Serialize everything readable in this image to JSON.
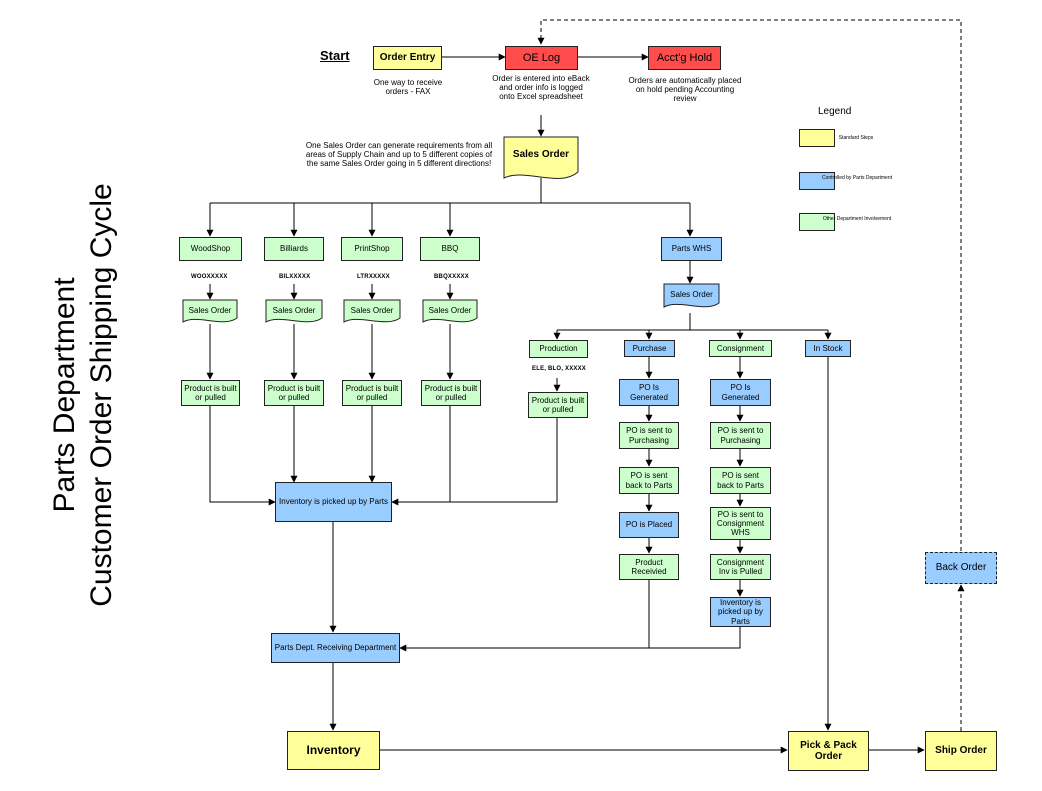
{
  "title": {
    "line1": "Parts Department",
    "line2": "Customer Order Shipping Cycle"
  },
  "start_label": "Start",
  "colors": {
    "standard": "#ffff99",
    "alert": "#ff4d4d",
    "parts": "#99ccff",
    "other": "#ccffcc"
  },
  "top": {
    "order_entry": "Order Entry",
    "oe_log": "OE Log",
    "acct_hold": "Acct'g Hold",
    "order_entry_note": "One way to receive orders - FAX",
    "oe_log_note": "Order is entered into eBack and order info is logged onto Excel spreadsheet",
    "acct_hold_note": "Orders are automatically placed on hold pending Accounting review",
    "sales_order": "Sales Order",
    "sales_order_note": "One Sales Order can generate requirements from all areas of Supply Chain and up to 5 different copies of the same Sales Order going in 5 different directions!"
  },
  "legend": {
    "title": "Legend",
    "items": [
      {
        "label": "Standard Steps",
        "color": "#ffff99"
      },
      {
        "label": "Controlled by Parts Department",
        "color": "#99ccff"
      },
      {
        "label": "Other Department Involvement",
        "color": "#ccffcc"
      }
    ]
  },
  "departments": [
    {
      "name": "WoodShop",
      "code": "WOOXXXXX",
      "doc": "Sales Order",
      "step": "Product is built or pulled"
    },
    {
      "name": "Billiards",
      "code": "BILXXXXX",
      "doc": "Sales Order",
      "step": "Product is built or pulled"
    },
    {
      "name": "PrintShop",
      "code": "LTRXXXXX",
      "doc": "Sales Order",
      "step": "Product is built or pulled"
    },
    {
      "name": "BBQ",
      "code": "BBQXXXXX",
      "doc": "Sales Order",
      "step": "Product is built or pulled"
    }
  ],
  "parts_whs": {
    "name": "Parts WHS",
    "doc": "Sales Order"
  },
  "production": {
    "name": "Production",
    "code": "ELE, BLO, XXXXX",
    "step": "Product is built or pulled"
  },
  "purchase": {
    "name": "Purchase",
    "steps": [
      "PO Is Generated",
      "PO is sent to Purchasing",
      "PO is sent back to Parts",
      "PO is Placed",
      "Product Receivied"
    ]
  },
  "consignment": {
    "name": "Consignment",
    "steps": [
      "PO Is Generated",
      "PO is sent to Purchasing",
      "PO is sent back to Parts",
      "PO is sent to Consignment WHS",
      "Consignment Inv is Pulled",
      "Inventory is picked up by Parts"
    ]
  },
  "in_stock": "In Stock",
  "inventory_picked": "Inventory is picked up by Parts",
  "receiving": "Parts Dept. Receiving Department",
  "inventory": "Inventory",
  "pick_pack": "Pick & Pack Order",
  "ship_order": "Ship Order",
  "back_order": "Back Order"
}
